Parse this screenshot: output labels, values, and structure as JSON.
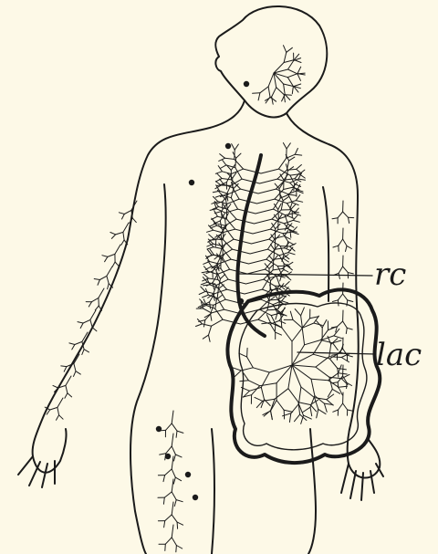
{
  "figure": {
    "background": "#fdf9e7",
    "ink": "#1b1b1b",
    "labels": [
      {
        "id": "rc",
        "text": "rc"
      },
      {
        "id": "lac",
        "text": "lac"
      }
    ]
  }
}
